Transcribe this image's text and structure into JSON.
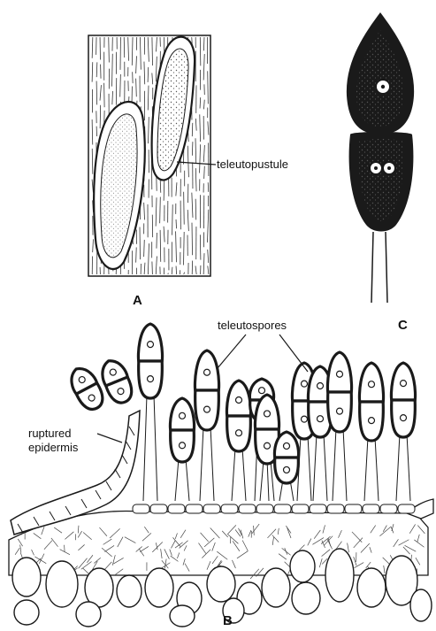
{
  "panels": {
    "a": {
      "letter": "A",
      "label": "teleutopustule"
    },
    "b": {
      "letter": "B",
      "label_spores": "teleutospores",
      "label_epidermis_1": "ruptured",
      "label_epidermis_2": "epidermis"
    },
    "c": {
      "letter": "C"
    }
  },
  "colors": {
    "ink": "#1a1a1a",
    "paper": "#ffffff",
    "stipple": "#555555"
  }
}
